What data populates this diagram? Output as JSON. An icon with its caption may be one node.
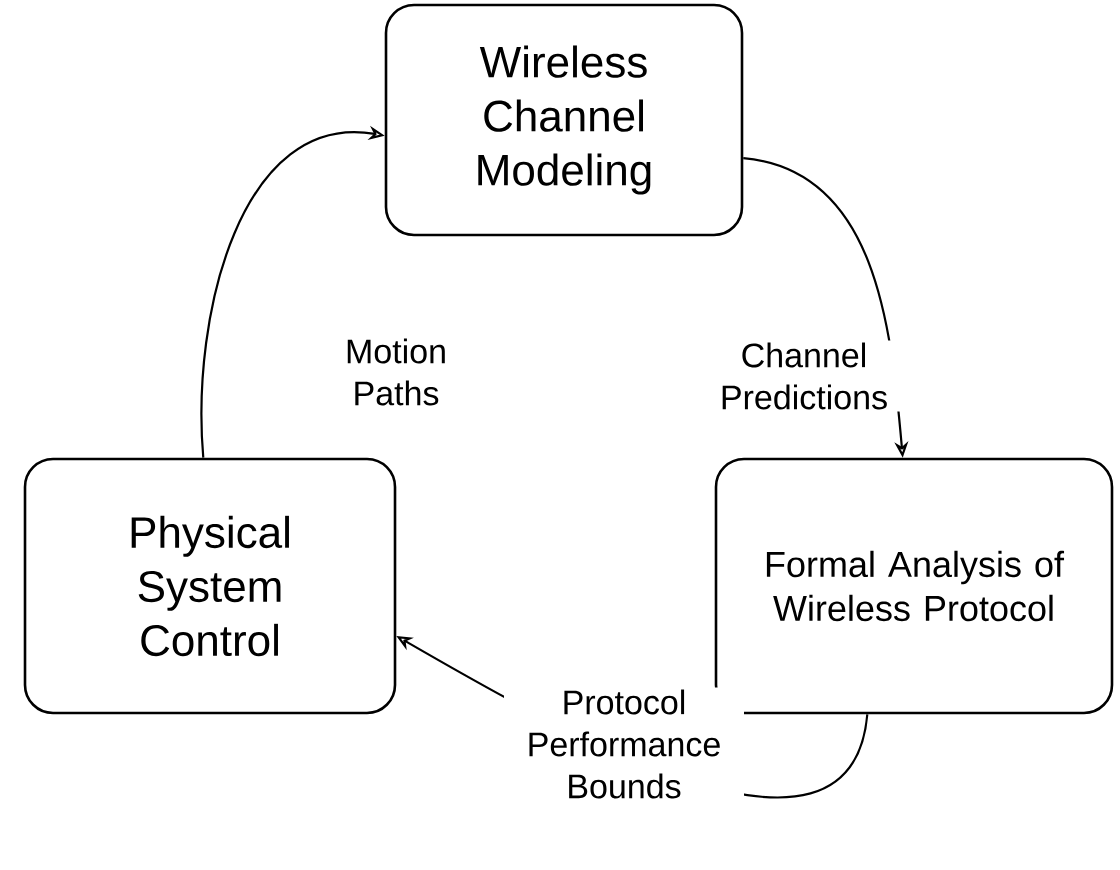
{
  "diagram": {
    "nodes": [
      {
        "text": [
          "Wireless Channel Modeling"
        ]
      },
      {
        "text": [
          "Formal Analysis of Wireless Protocol"
        ]
      },
      {
        "text": [
          "Physical System Control"
        ]
      }
    ],
    "edges": [
      {
        "from": 0,
        "to": 1,
        "arrow": "to",
        "label": "Channel Predictions"
      },
      {
        "from": 1,
        "to": 2,
        "arrow": "to",
        "label": "Protocol Performance Bounds"
      },
      {
        "from": 2,
        "to": 0,
        "arrow": "to",
        "label": "Motion Paths"
      }
    ]
  }
}
